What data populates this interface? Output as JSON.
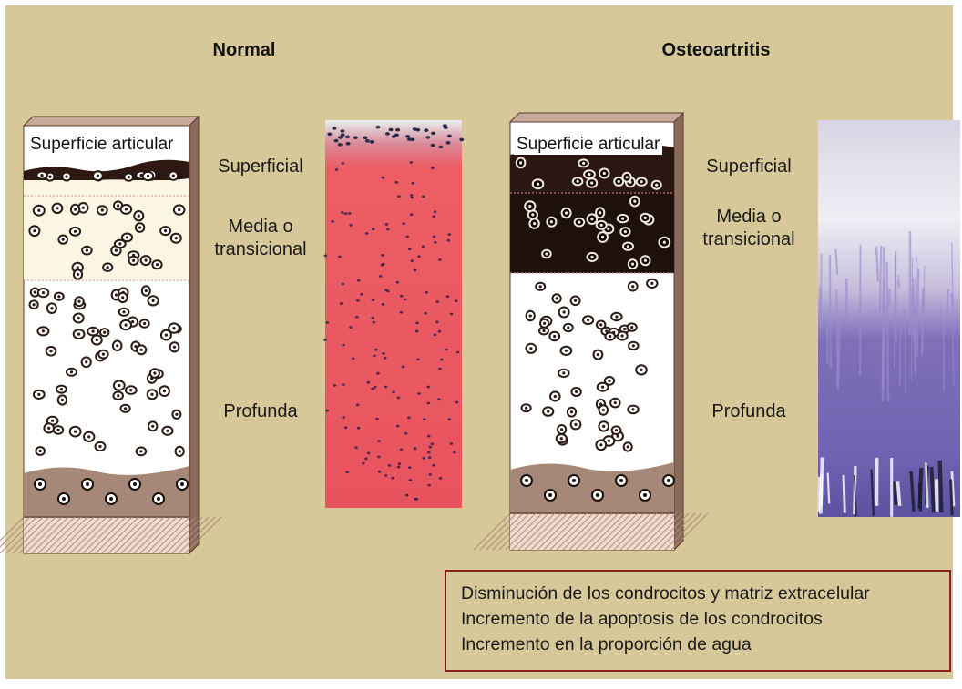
{
  "headers": {
    "normal": "Normal",
    "oa": "Osteoartritis"
  },
  "normal": {
    "surface_label": "Superficie articular",
    "zones": {
      "superficial": "Superficial",
      "media_1": "Media o",
      "media_2": "transicional",
      "profunda": "Profunda"
    }
  },
  "oa": {
    "surface_label": "Superficie articular",
    "zones": {
      "superficial": "Superficial",
      "media_1": "Media o",
      "media_2": "transicional",
      "profunda": "Profunda"
    }
  },
  "notes": [
    "Disminución de los condrocitos y matriz extracelular",
    "Incremento de la apoptosis de los condrocitos",
    "Incremento en la proporción de agua"
  ],
  "colors": {
    "background": "#d6c899",
    "note_border": "#8c1f1f",
    "healthy_stain": "#e8545e",
    "oa_stain": "#6f62b0"
  }
}
